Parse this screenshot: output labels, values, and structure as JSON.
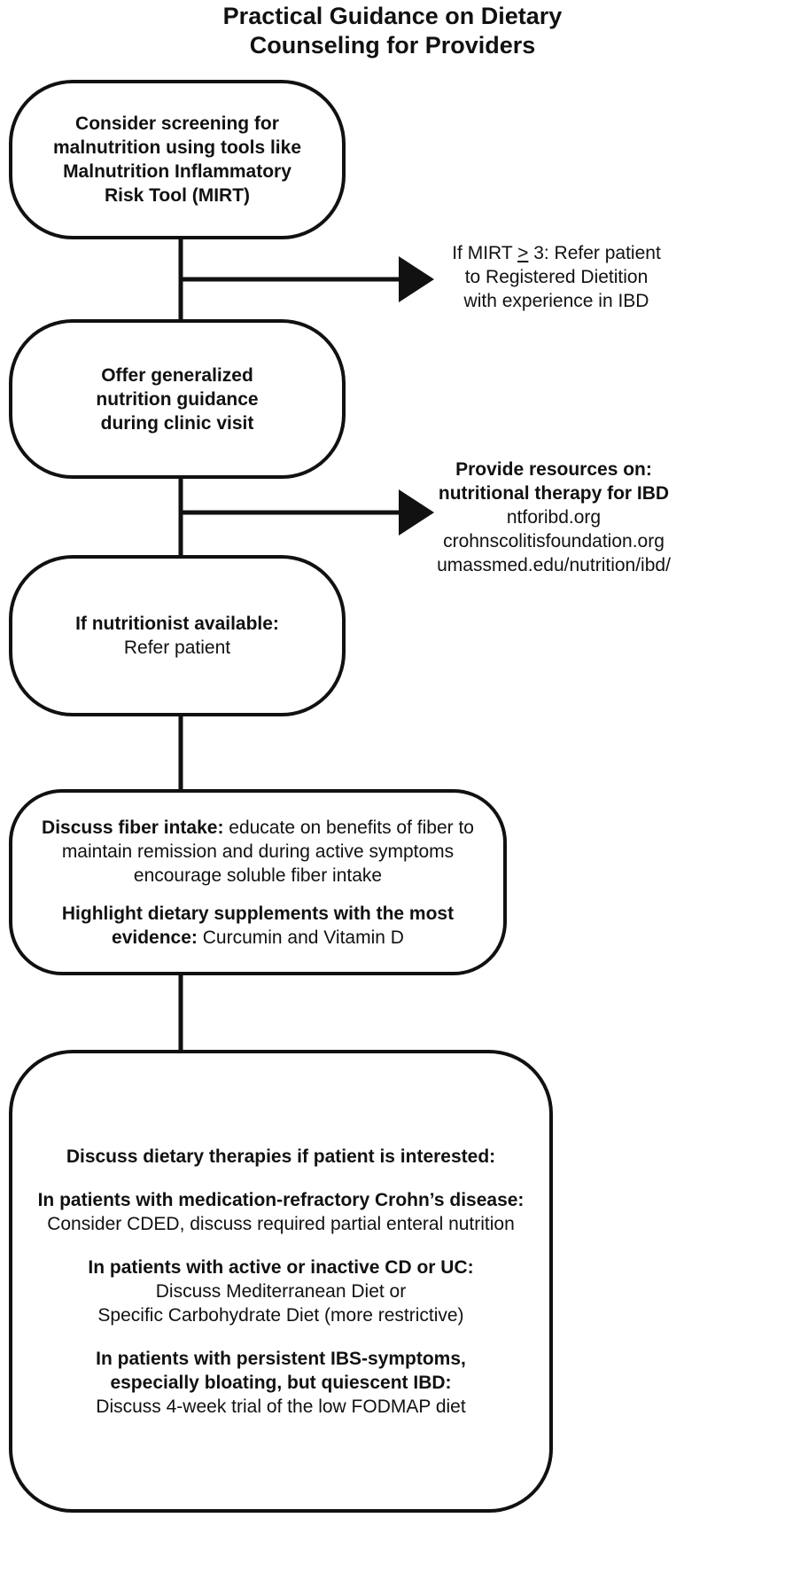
{
  "title": {
    "line1": "Practical Guidance on Dietary",
    "line2": "Counseling for Providers"
  },
  "box1": {
    "lines": [
      "Consider screening for",
      "malnutrition using tools like",
      "Malnutrition Inflammatory",
      "Risk Tool (MIRT)"
    ]
  },
  "side1": {
    "line1_pre": "If MIRT ",
    "line1_sym": ">",
    "line1_post": " 3: Refer patient",
    "line2": "to Registered Dietition",
    "line3": "with experience in IBD"
  },
  "box2": {
    "lines": [
      "Offer generalized",
      "nutrition guidance",
      "during clinic visit"
    ]
  },
  "side2": {
    "heading1": "Provide resources on:",
    "heading2": "nutritional therapy for IBD",
    "links": [
      "ntforibd.org",
      "crohnscolitisfoundation.org",
      "umassmed.edu/nutrition/ibd/"
    ]
  },
  "box3": {
    "bold": "If nutritionist available:",
    "text": "Refer patient"
  },
  "box4": {
    "p1_bold": "Discuss fiber intake:",
    "p1_text1": " educate on benefits of fiber to",
    "p1_text2": "maintain remission and during active symptoms",
    "p1_text3": "encourage soluble fiber intake",
    "p2_bold1": "Highlight dietary supplements with the most",
    "p2_bold2": "evidence:",
    "p2_text": " Curcumin and Vitamin D"
  },
  "box5": {
    "heading": "Discuss dietary therapies if patient is interested:",
    "s1_bold": "In patients with medication-refractory Crohn’s disease:",
    "s1_text": "Consider CDED, discuss required partial enteral nutrition",
    "s2_bold": "In patients with active or inactive CD or UC:",
    "s2_text1": "Discuss Mediterranean Diet or",
    "s2_text2": "Specific Carbohydrate Diet (more restrictive)",
    "s3_bold1": "In patients with persistent IBS-symptoms,",
    "s3_bold2": "especially bloating, but quiescent IBD:",
    "s3_text": "Discuss 4-week trial of the low FODMAP diet"
  },
  "colors": {
    "stroke": "#111111",
    "background": "#ffffff"
  }
}
